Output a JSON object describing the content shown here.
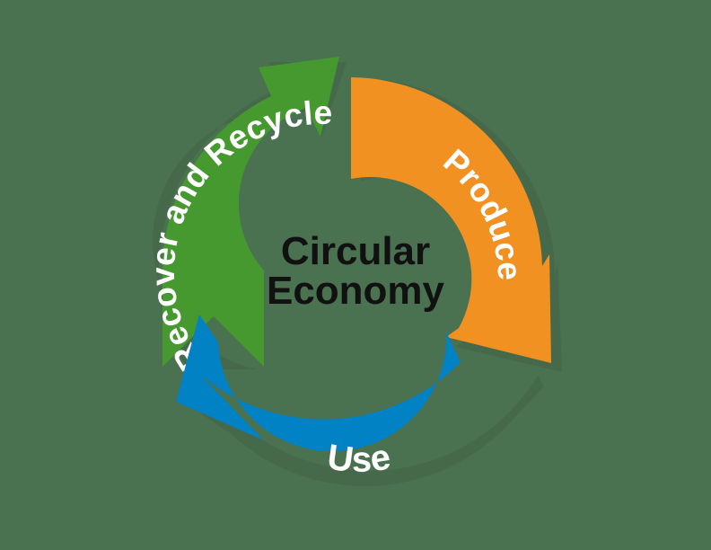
{
  "diagram": {
    "type": "cycle",
    "title": "Circular Economy",
    "background_color": "#4a7150",
    "center": {
      "line1": "Circular",
      "line2": "Economy",
      "text_color": "#111111"
    },
    "segments": [
      {
        "id": "recover-and-recycle",
        "label": "Recover and Recycle",
        "color": "#45992f",
        "label_color": "#ffffff",
        "position": "left",
        "order": 3,
        "direction": "clockwise-to-produce"
      },
      {
        "id": "produce",
        "label": "Produce",
        "color": "#f09122",
        "label_color": "#ffffff",
        "position": "right",
        "order": 1,
        "direction": "clockwise-to-use"
      },
      {
        "id": "use",
        "label": "Use",
        "color": "#0082c4",
        "label_color": "#ffffff",
        "position": "bottom",
        "order": 2,
        "direction": "clockwise-to-recover"
      }
    ],
    "shadow_color": "#46684b"
  }
}
